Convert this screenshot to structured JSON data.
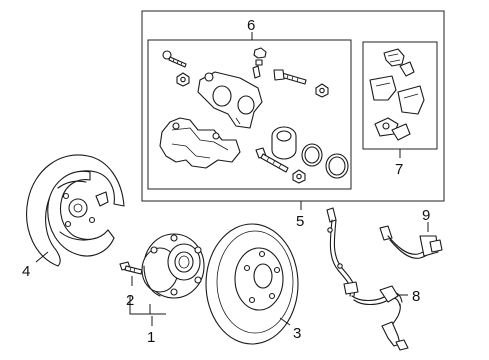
{
  "diagram": {
    "callouts": {
      "c1": "1",
      "c2": "2",
      "c3": "3",
      "c4": "4",
      "c5": "5",
      "c6": "6",
      "c7": "7",
      "c8": "8",
      "c9": "9"
    },
    "colors": {
      "line": "#1a1a1a",
      "background": "#ffffff"
    }
  }
}
